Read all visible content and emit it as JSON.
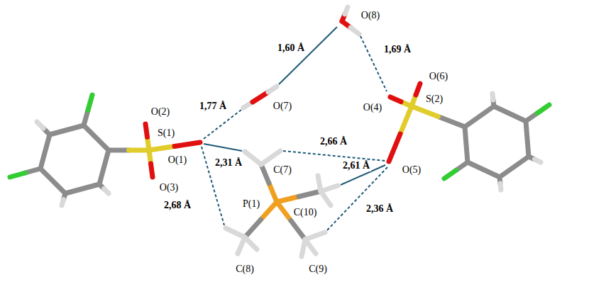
{
  "diagram": {
    "labels": [
      "1,60 Å",
      "O(8)",
      "1,69 Å",
      "O(6)",
      "O(2)",
      "O(4)",
      "O(7)",
      "S(2)",
      "1,77 Å",
      "S(1)",
      "2,31 Å",
      "2,66 Å",
      "O(1)",
      "O(3)",
      "2,61 Å",
      "C(7)",
      "O(5)",
      "C(10)",
      "2,68 Å",
      "2,36 Å",
      "P(1)",
      "C(8)",
      "C(9)"
    ]
  }
}
